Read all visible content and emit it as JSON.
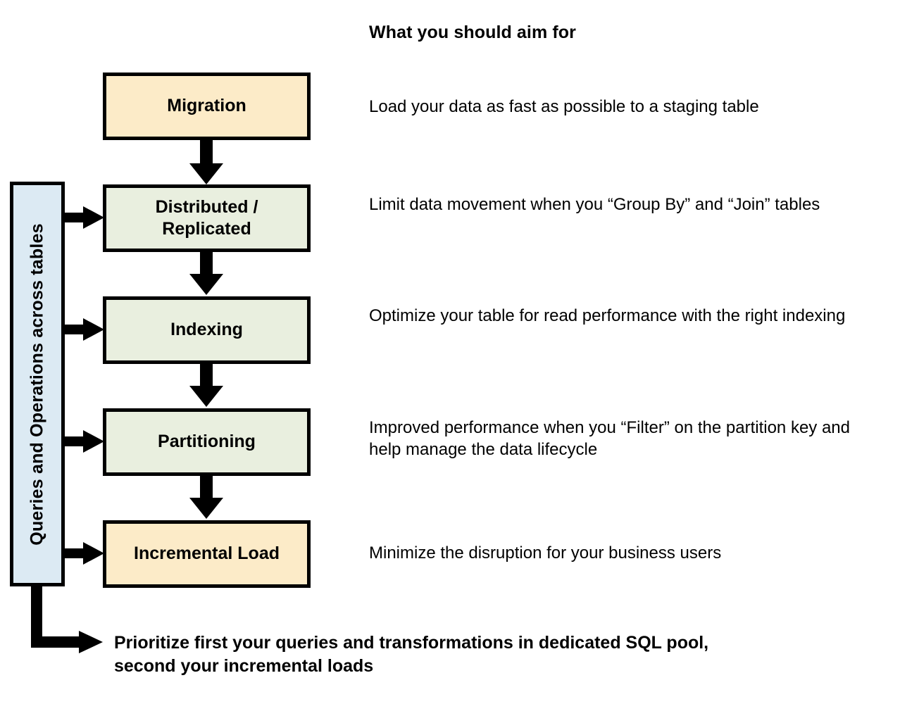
{
  "heading": {
    "aim_title": "What you should aim for"
  },
  "sidebar": {
    "label": "Queries and Operations across tables",
    "fill_color": "#DCEAF3"
  },
  "stages": [
    {
      "name": "migration",
      "label": "Migration",
      "fill_color": "#FCEBC8",
      "description": "Load your data as fast as possible to a staging table",
      "connected_to_sidebar": false
    },
    {
      "name": "distributed-replicated",
      "label": "Distributed /\nReplicated",
      "fill_color": "#E9EFDF",
      "description": "Limit data movement when you “Group By” and “Join” tables",
      "connected_to_sidebar": true
    },
    {
      "name": "indexing",
      "label": "Indexing",
      "fill_color": "#E9EFDF",
      "description": "Optimize your table for read performance with the right indexing",
      "connected_to_sidebar": true
    },
    {
      "name": "partitioning",
      "label": "Partitioning",
      "fill_color": "#E9EFDF",
      "description": "Improved performance when you “Filter” on the partition key and help manage the data lifecycle",
      "connected_to_sidebar": true
    },
    {
      "name": "incremental-load",
      "label": "Incremental Load",
      "fill_color": "#FCEBC8",
      "description": "Minimize the disruption for your business users",
      "connected_to_sidebar": true
    }
  ],
  "footer": {
    "line1": "Prioritize first your queries and transformations in dedicated SQL pool,",
    "line2": "second your incremental loads"
  },
  "colors": {
    "stroke": "#000000",
    "cream": "#FCEBC8",
    "green": "#E9EFDF",
    "blue": "#DCEAF3",
    "background": "#FFFFFF"
  }
}
